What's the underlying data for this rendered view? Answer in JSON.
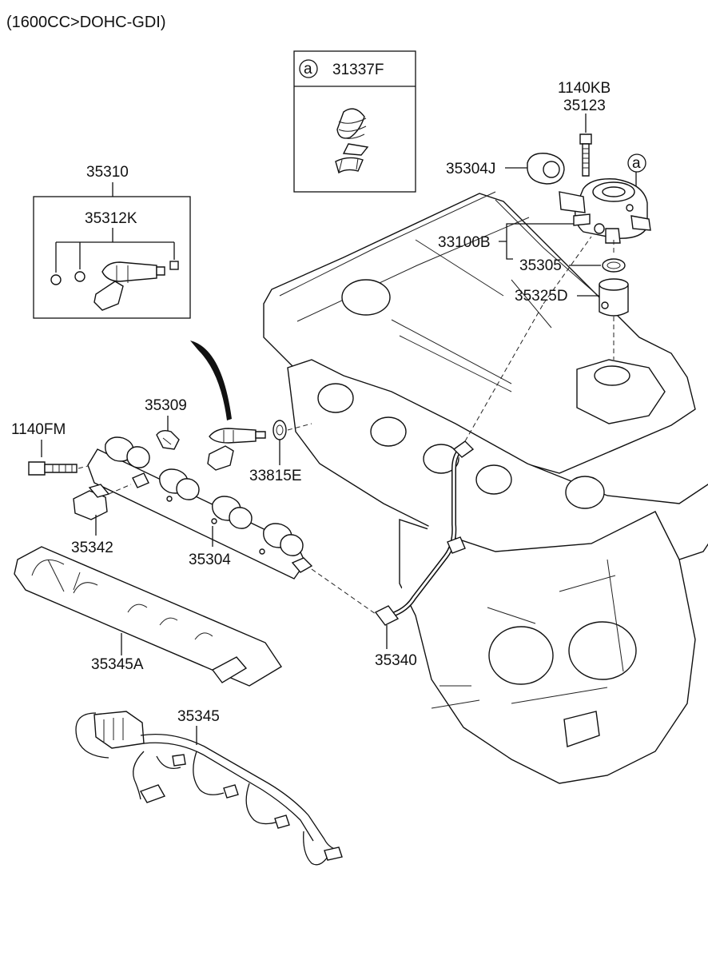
{
  "header": {
    "title": "(1600CC>DOHC-GDI)"
  },
  "detail_box": {
    "marker": "a",
    "part_number": "31337F"
  },
  "callout_marker": "a",
  "parts": {
    "p1140KB": "1140KB",
    "p35123": "35123",
    "p35304J": "35304J",
    "p33100B": "33100B",
    "p35305": "35305",
    "p35325D": "35325D",
    "p35310": "35310",
    "p35312K": "35312K",
    "p35309": "35309",
    "p1140FM": "1140FM",
    "p33815E": "33815E",
    "p35342": "35342",
    "p35304": "35304",
    "p35345A": "35345A",
    "p35340": "35340",
    "p35345": "35345"
  }
}
